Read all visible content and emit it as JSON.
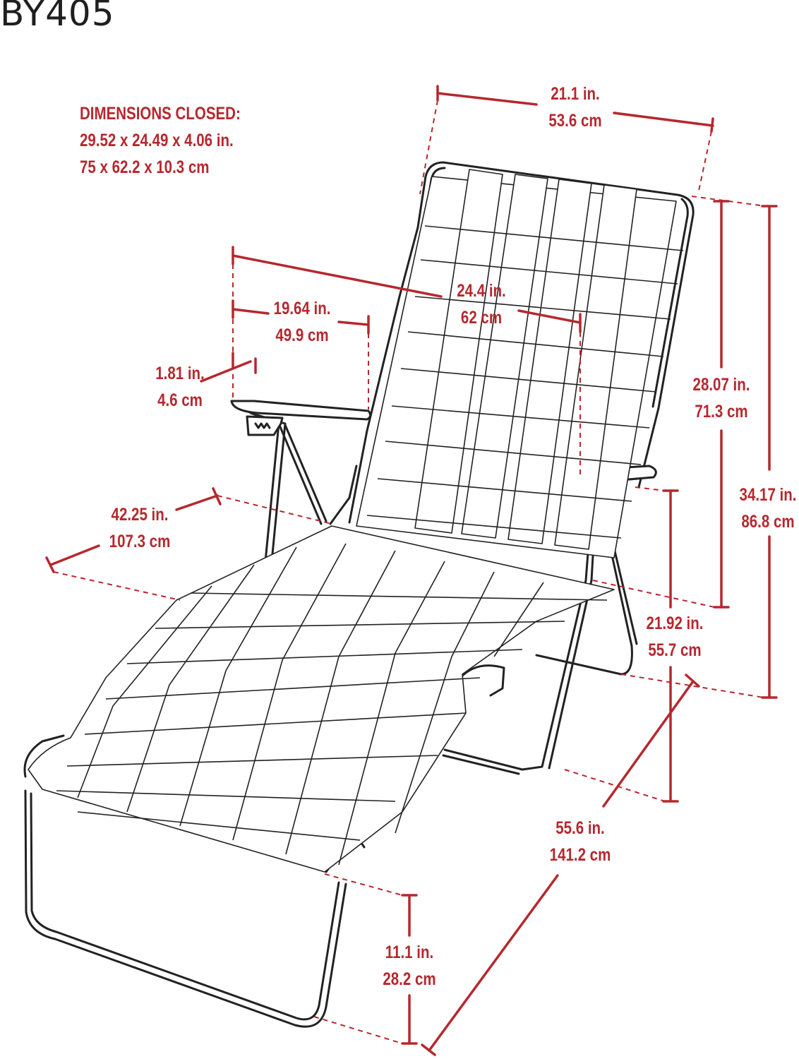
{
  "model": "BY405",
  "colors": {
    "accent": "#b5282e",
    "frame": "#222222",
    "webbing": "#ffffff"
  },
  "closed": {
    "title": "DIMENSIONS CLOSED:",
    "inches": "29.52  x  24.49  x  4.06 in.",
    "cm": "75  x  62.2  x  10.3 cm"
  },
  "dims": {
    "back_width": {
      "in": "21.1 in.",
      "cm": "53.6 cm"
    },
    "arm_width": {
      "in": "24.4 in.",
      "cm": "62 cm"
    },
    "seat_width": {
      "in": "19.64 in.",
      "cm": "49.9 cm"
    },
    "armrest_width": {
      "in": "1.81 in.",
      "cm": "4.6 cm"
    },
    "back_height": {
      "in": "28.07 in.",
      "cm": "71.3 cm"
    },
    "overall_height": {
      "in": "34.17 in.",
      "cm": "86.8 cm"
    },
    "depth": {
      "in": "42.25 in.",
      "cm": "107.3 cm"
    },
    "arm_height": {
      "in": "21.92 in.",
      "cm": "55.7 cm"
    },
    "length": {
      "in": "55.6 in.",
      "cm": "141.2 cm"
    },
    "leg_height": {
      "in": "11.1 in.",
      "cm": "28.2 cm"
    }
  }
}
